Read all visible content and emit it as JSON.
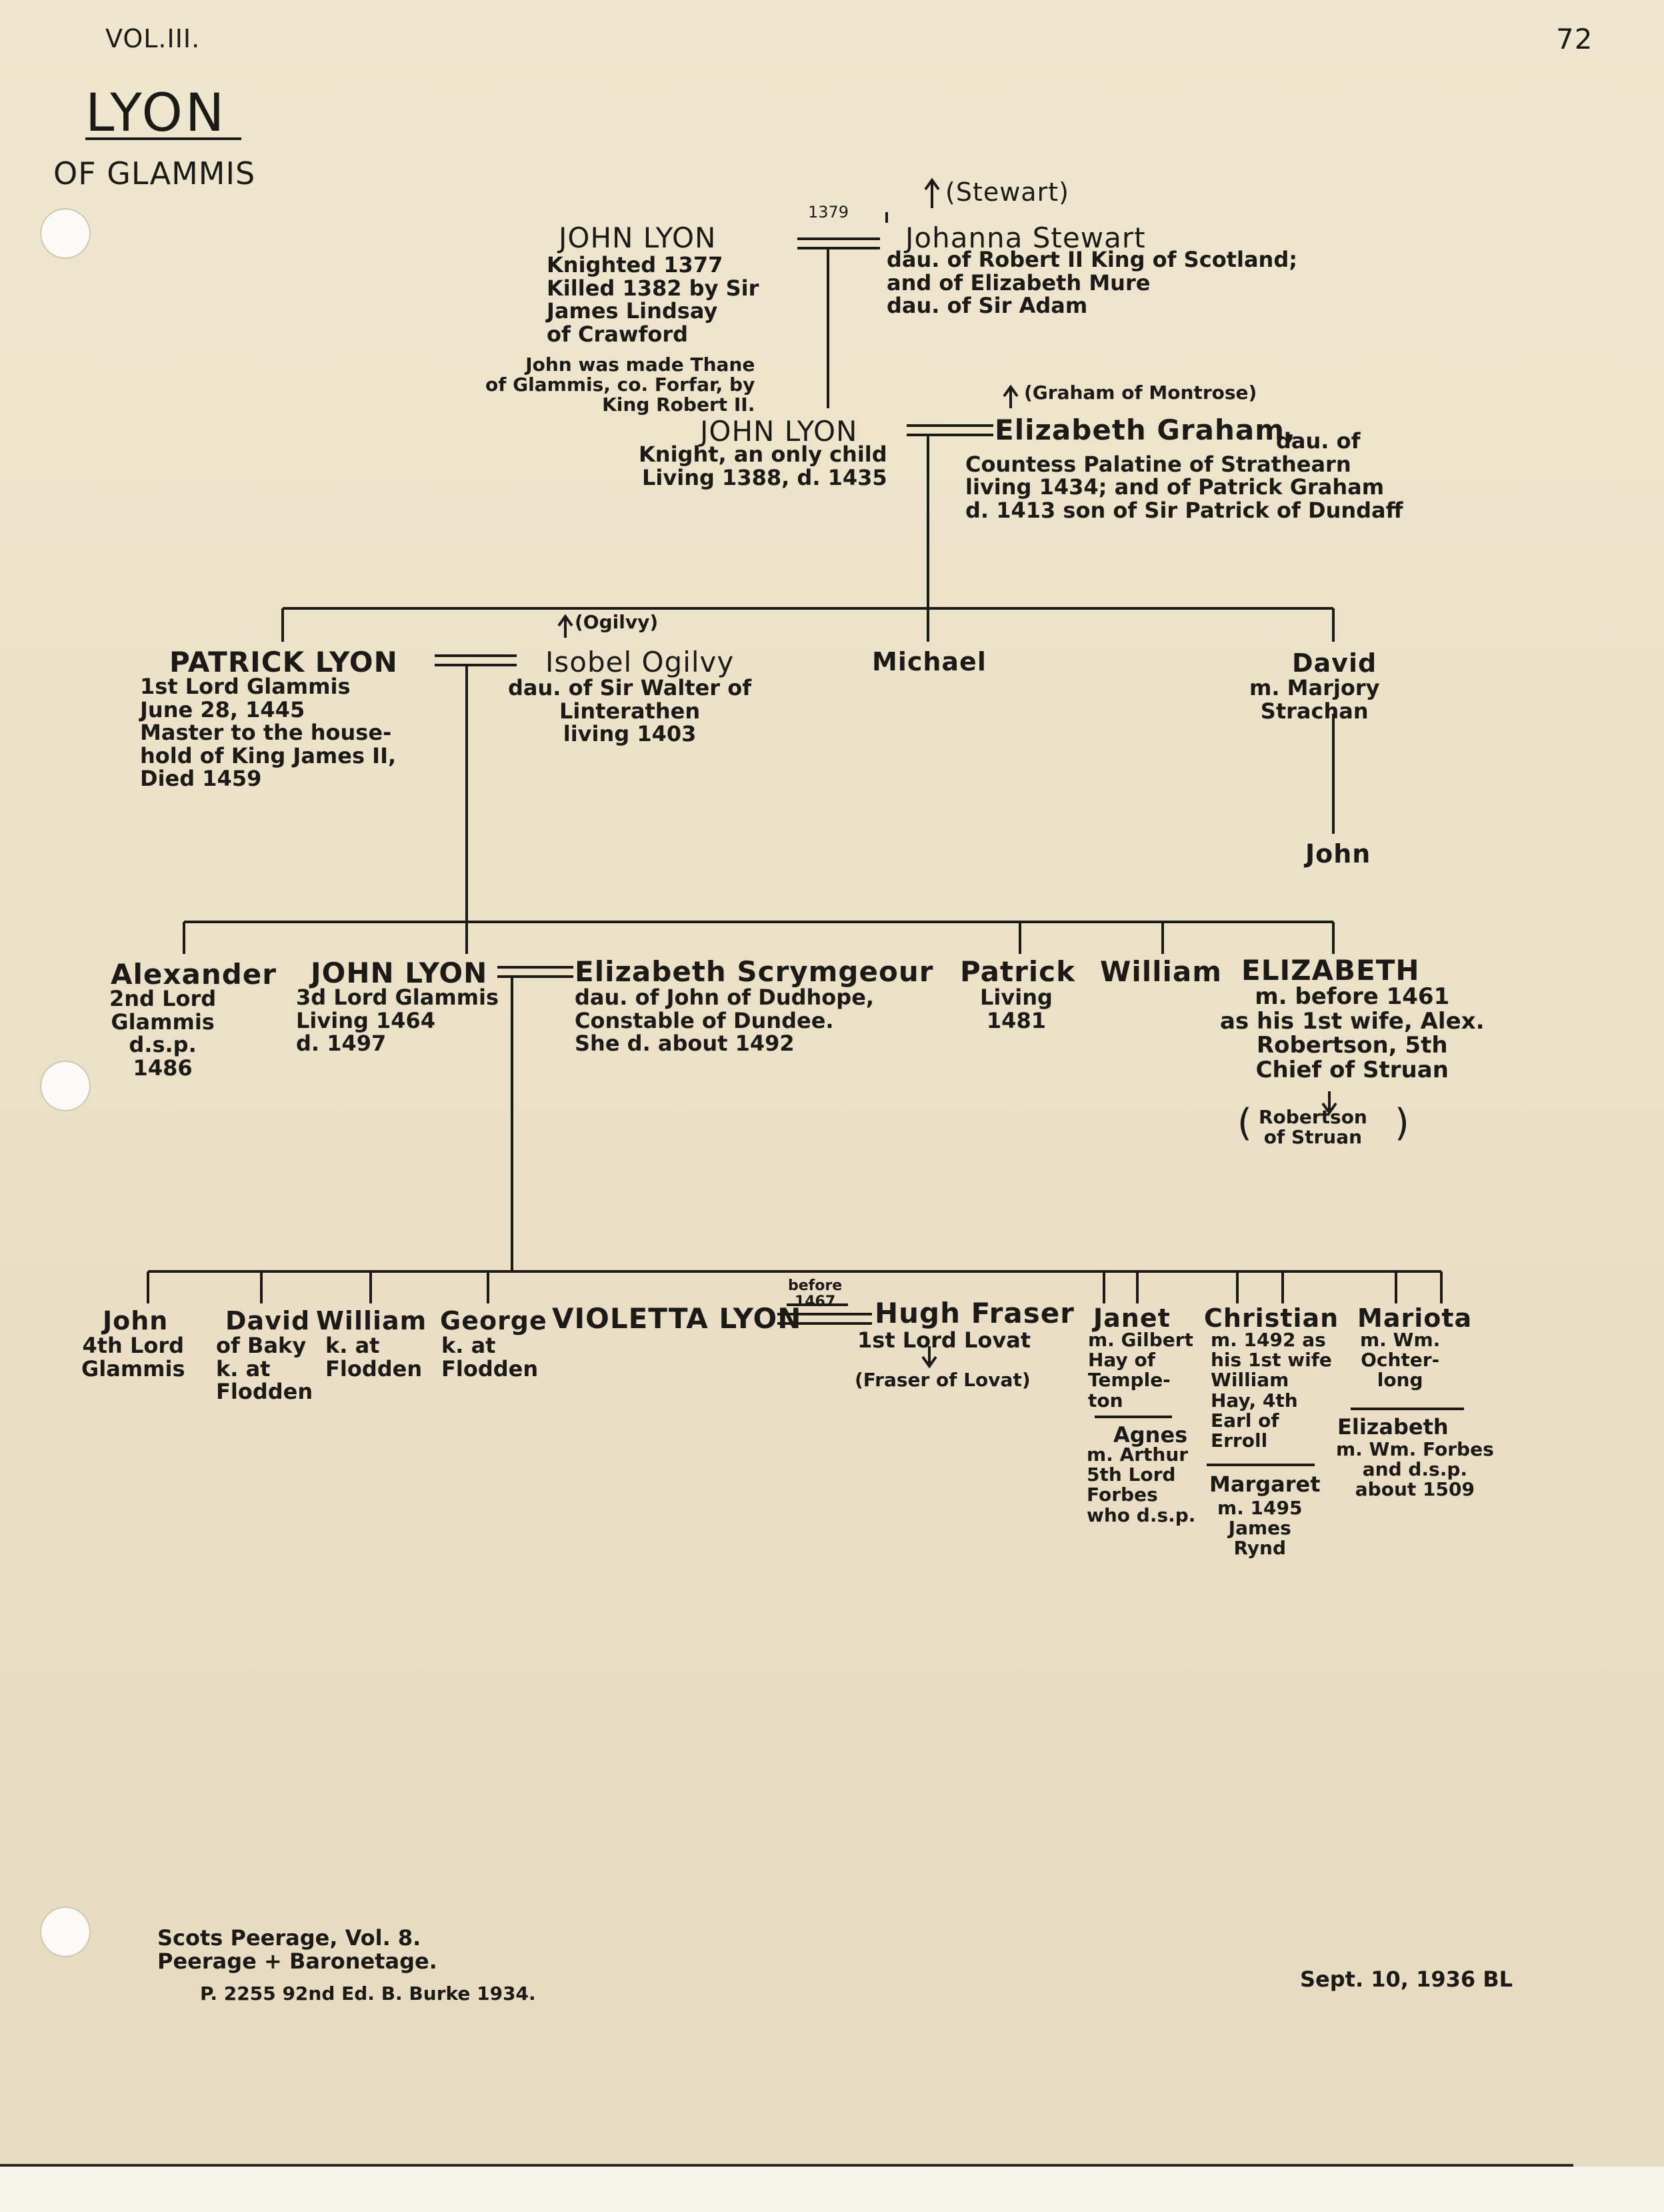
{
  "header": {
    "volume": "VOL.III.",
    "page_number": "72",
    "family": "LYON",
    "branch": "OF GLAMMIS"
  },
  "gen1": {
    "john": {
      "name": "JOHN LYON",
      "note": "Knighted 1377\nKilled 1382 by Sir\nJames Lindsay\nof Crawford",
      "thane": "John was made Thane\nof Glammis, co. Forfar, by\nKing Robert II."
    },
    "marriage_year": "1379",
    "johanna": {
      "origin": "(Stewart)",
      "name": "Johanna Stewart",
      "note": "dau. of Robert II King of Scotland;\nand of Elizabeth Mure\ndau. of Sir Adam"
    }
  },
  "gen2": {
    "john": {
      "name": "JOHN LYON",
      "note": "Knight, an only child\nLiving 1388, d. 1435"
    },
    "elizabeth": {
      "origin": "(Graham of Montrose)",
      "name": "Elizabeth Graham,",
      "note": "dau. of\nCountess Palatine of Strathearn\nliving 1434; and of Patrick Graham\nd. 1413 son of Sir Patrick of Dundaff"
    }
  },
  "gen3": {
    "patrick": {
      "name": "PATRICK LYON",
      "note": "1st Lord Glammis\nJune 28, 1445\nMaster to the house-\nhold of King James II,\nDied 1459"
    },
    "isobel": {
      "origin": "(Ogilvy)",
      "name": "Isobel Ogilvy",
      "note": "dau. of Sir Walter of\nLinterathen\nliving 1403"
    },
    "michael": {
      "name": "Michael"
    },
    "david": {
      "name": "David",
      "note": "m. Marjory\nStrachan"
    },
    "john": {
      "name": "John"
    }
  },
  "gen4": {
    "alexander": {
      "name": "Alexander",
      "note": "2nd Lord\nGlammis\nd.s.p.\n1486"
    },
    "john": {
      "name": "JOHN LYON",
      "note": "3d Lord Glammis\nLiving 1464\nd. 1497"
    },
    "elizabeth_s": {
      "name": "Elizabeth Scrymgeour",
      "note": "dau. of John of Dudhope,\nConstable of Dundee.\nShe d. about 1492"
    },
    "patrick": {
      "name": "Patrick",
      "note": "Living\n1481"
    },
    "william": {
      "name": "William"
    },
    "elizabeth": {
      "name": "ELIZABETH",
      "note": "m. before 1461\nas his 1st wife, Alex.\nRobertson, 5th\nChief of Struan",
      "ref": "Robertson\nof Struan"
    }
  },
  "gen5": {
    "john": {
      "name": "John",
      "note": "4th Lord\nGlammis"
    },
    "david": {
      "name": "David",
      "note": "of Baky\nk. at\nFlodden"
    },
    "william": {
      "name": "William",
      "note": "k. at\nFlodden"
    },
    "george": {
      "name": "George",
      "note": "k. at\nFlodden"
    },
    "violetta": {
      "name": "VIOLETTA LYON"
    },
    "marriage_note": "before\n1467",
    "hugh": {
      "name": "Hugh Fraser",
      "note": "1st Lord Lovat",
      "ref": "(Fraser of Lovat)"
    },
    "janet": {
      "name": "Janet",
      "note": "m. Gilbert\nHay of\nTemple-\nton"
    },
    "agnes": {
      "name": "Agnes",
      "note": "m. Arthur\n5th Lord\nForbes\nwho d.s.p."
    },
    "christian": {
      "name": "Christian",
      "note": "m. 1492 as\nhis 1st wife\nWilliam\nHay, 4th\nEarl of\nErroll"
    },
    "margaret": {
      "name": "Margaret",
      "note": "m. 1495\nJames\nRynd"
    },
    "mariota": {
      "name": "Mariota",
      "note": "m. Wm.\nOchter-\nlong"
    },
    "elizabeth": {
      "name": "Elizabeth",
      "note": "m. Wm. Forbes\nand d.s.p.\nabout 1509"
    }
  },
  "footer": {
    "sources": "Scots Peerage, Vol. 8.\nPeerage + Baronetage.",
    "burke": "P. 2255 92nd Ed. B. Burke 1934.",
    "date": "Sept. 10, 1936 BL"
  }
}
